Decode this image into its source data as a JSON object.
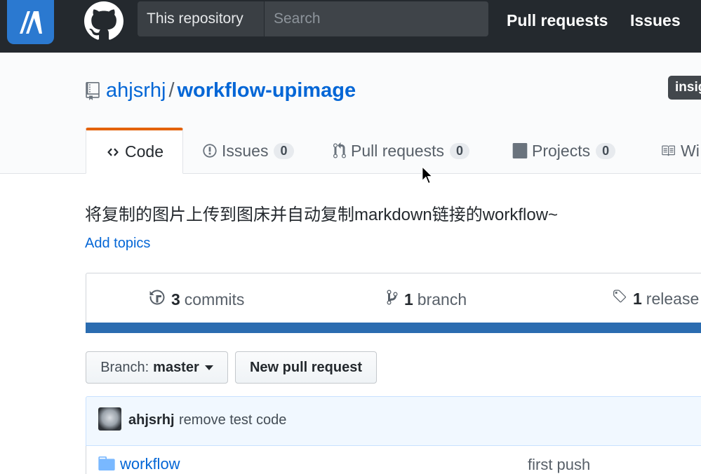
{
  "header": {
    "scope_label": "This repository",
    "search_placeholder": "Search",
    "nav": [
      "Pull requests",
      "Issues"
    ]
  },
  "repo": {
    "owner": "ahjsrhj",
    "separator": "/",
    "name": "workflow-upimage",
    "badge": "insig"
  },
  "tabs": [
    {
      "label": "Code",
      "icon": "code-icon",
      "selected": true
    },
    {
      "label": "Issues",
      "icon": "issue-opened-icon",
      "count": "0"
    },
    {
      "label": "Pull requests",
      "icon": "git-pull-request-icon",
      "count": "0"
    },
    {
      "label": "Projects",
      "icon": "project-icon",
      "count": "0"
    },
    {
      "label": "Wi",
      "icon": "book-icon"
    }
  ],
  "description": "将复制的图片上传到图床并自动复制markdown链接的workflow~",
  "add_topics": "Add topics",
  "summary": {
    "commits": {
      "count": "3",
      "label": "commits",
      "icon": "history-icon"
    },
    "branches": {
      "count": "1",
      "label": "branch",
      "icon": "git-branch-icon"
    },
    "releases": {
      "count": "1",
      "label": "release",
      "icon": "tag-icon"
    }
  },
  "branch_button": {
    "prefix": "Branch:",
    "value": "master"
  },
  "new_pr_button": "New pull request",
  "latest_commit": {
    "author": "ahjsrhj",
    "message": "remove test code"
  },
  "files": [
    {
      "name": "workflow",
      "type": "directory",
      "message": "first push"
    }
  ],
  "colors": {
    "header_bg": "#24292e",
    "link": "#0366d6",
    "tab_accent": "#e36209",
    "app_badge": "#2b79d0",
    "language_bar": "#2b6cb0"
  }
}
